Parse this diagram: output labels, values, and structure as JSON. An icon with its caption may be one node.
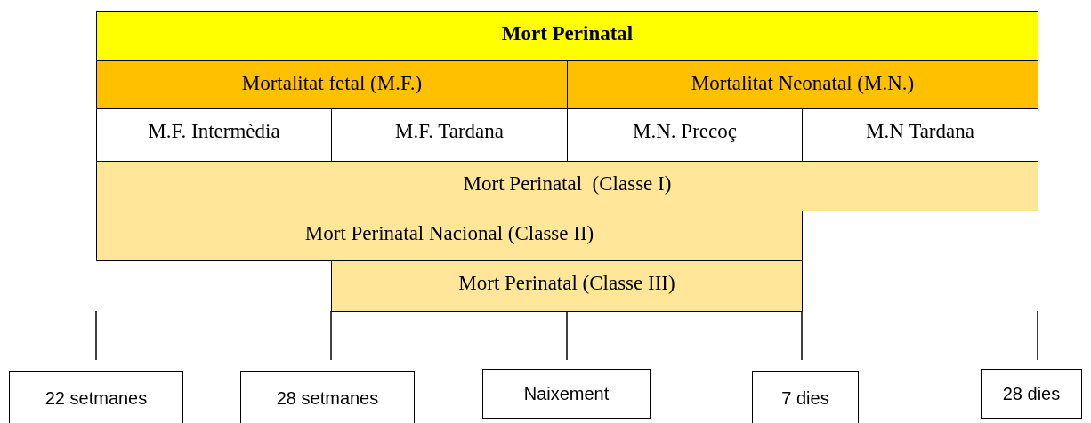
{
  "diagram": {
    "nodes": [
      {
        "text": [
          "Mort Perinatal"
        ]
      },
      {
        "text": [
          "Mortalitat fetal (M.F.)"
        ]
      },
      {
        "text": [
          "Mortalitat Neonatal (M.N.)"
        ]
      },
      {
        "text": [
          "M.F. Intermèdia"
        ]
      },
      {
        "text": [
          "M.F. Tardana"
        ]
      },
      {
        "text": [
          "M.N. Precoç"
        ]
      },
      {
        "text": [
          "M.N Tardana"
        ]
      },
      {
        "text": [
          "Mort Perinatal  (Classe I)"
        ]
      },
      {
        "text": [
          "Mort Perinatal Nacional (Classe II)"
        ]
      },
      {
        "text": [
          "Mort Perinatal (Classe III)"
        ]
      },
      {
        "text": [
          "22 setmanes"
        ]
      },
      {
        "text": [
          "28 setmanes"
        ]
      },
      {
        "text": [
          "Naixement"
        ]
      },
      {
        "text": [
          "7 dies"
        ]
      },
      {
        "text": [
          "28 dies"
        ]
      }
    ]
  }
}
